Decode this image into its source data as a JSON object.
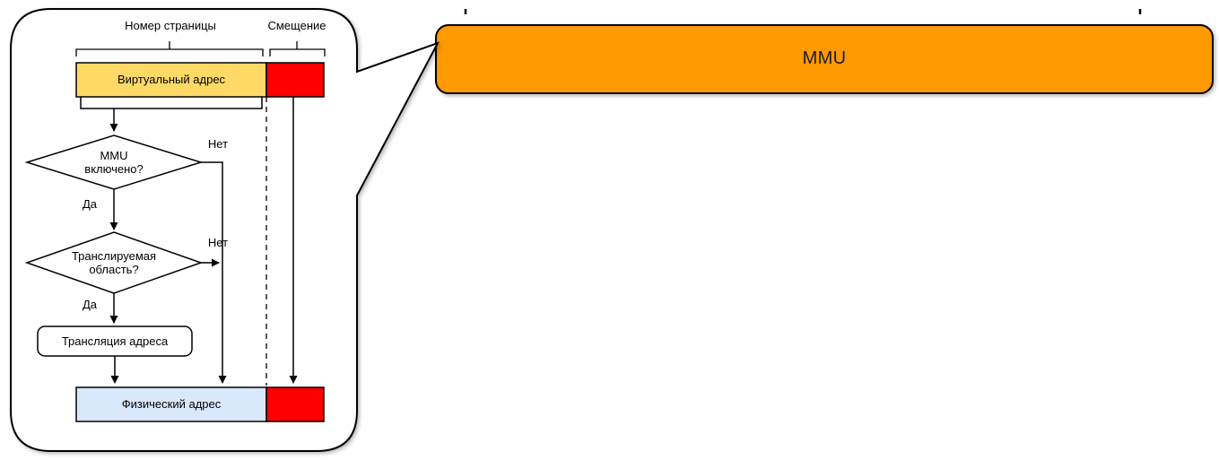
{
  "colors": {
    "orange_fill": "#FF9900",
    "yellow_fill": "#FFD966",
    "red_fill": "#FF0000",
    "blue_fill": "#DAE8FC",
    "stroke": "#000000"
  },
  "mmu_box": {
    "label": "MMU"
  },
  "flowchart": {
    "page_number_label": "Номер страницы",
    "offset_label": "Смещение",
    "virtual_address_label": "Виртуальный адрес",
    "decision_mmu": {
      "line1": "MMU",
      "line2": "включено?",
      "yes_label": "Да",
      "no_label": "Нет"
    },
    "decision_region": {
      "line1": "Транслируемая",
      "line2": "область?",
      "yes_label": "Да",
      "no_label": "Нет"
    },
    "process_label": "Трансляция адреса",
    "physical_address_label": "Физический адрес"
  }
}
